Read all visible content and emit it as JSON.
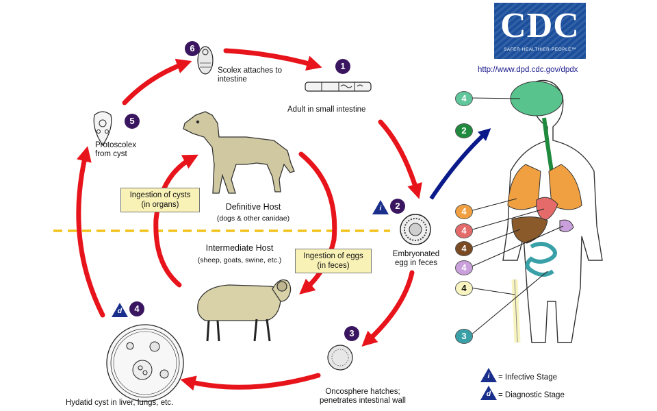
{
  "logo": {
    "text": "CDC",
    "tagline": "SAFER·HEALTHIER·PEOPLE™",
    "url": "http://www.dpd.cdc.gov/dpdx"
  },
  "stages": {
    "s1": {
      "num": "1",
      "label": "Adult in small intestine"
    },
    "s2": {
      "num": "2",
      "label": "Embryonated egg in feces"
    },
    "s3": {
      "num": "3",
      "label": "Oncosphere hatches; penetrates intestinal wall"
    },
    "s4": {
      "num": "4",
      "label": "Hydatid cyst in liver, lungs, etc."
    },
    "s5": {
      "num": "5",
      "label": "Protoscolex from cyst"
    },
    "s6": {
      "num": "6",
      "label": "Scolex attaches to intestine"
    }
  },
  "hosts": {
    "definitive": {
      "title": "Definitive Host",
      "sub": "(dogs & other canidae)"
    },
    "intermediate": {
      "title": "Intermediate Host",
      "sub": "(sheep, goats, swine, etc.)"
    }
  },
  "boxes": {
    "cysts": {
      "line1": "Ingestion of cysts",
      "line2": "(in organs)"
    },
    "eggs": {
      "line1": "Ingestion of eggs",
      "line2": "(in feces)"
    }
  },
  "stage_markers": {
    "infective": "i",
    "diagnostic": "d"
  },
  "legend": {
    "infective": "= Infective Stage",
    "diagnostic": "= Diagnostic Stage"
  },
  "human_badges": [
    {
      "num": "4",
      "color": "#5fc79b",
      "organ": "brain"
    },
    {
      "num": "2",
      "color": "#1f8a3e",
      "organ": "esophagus"
    },
    {
      "num": "4",
      "color": "#f0a040",
      "organ": "lungs"
    },
    {
      "num": "4",
      "color": "#e56b6b",
      "organ": "heart"
    },
    {
      "num": "4",
      "color": "#7a4a22",
      "organ": "liver"
    },
    {
      "num": "4",
      "color": "#c9a0dc",
      "organ": "spleen"
    },
    {
      "num": "4",
      "color": "#f8f4c0",
      "organ": "bone"
    },
    {
      "num": "3",
      "color": "#3aa0a8",
      "organ": "intestine"
    }
  ]
}
